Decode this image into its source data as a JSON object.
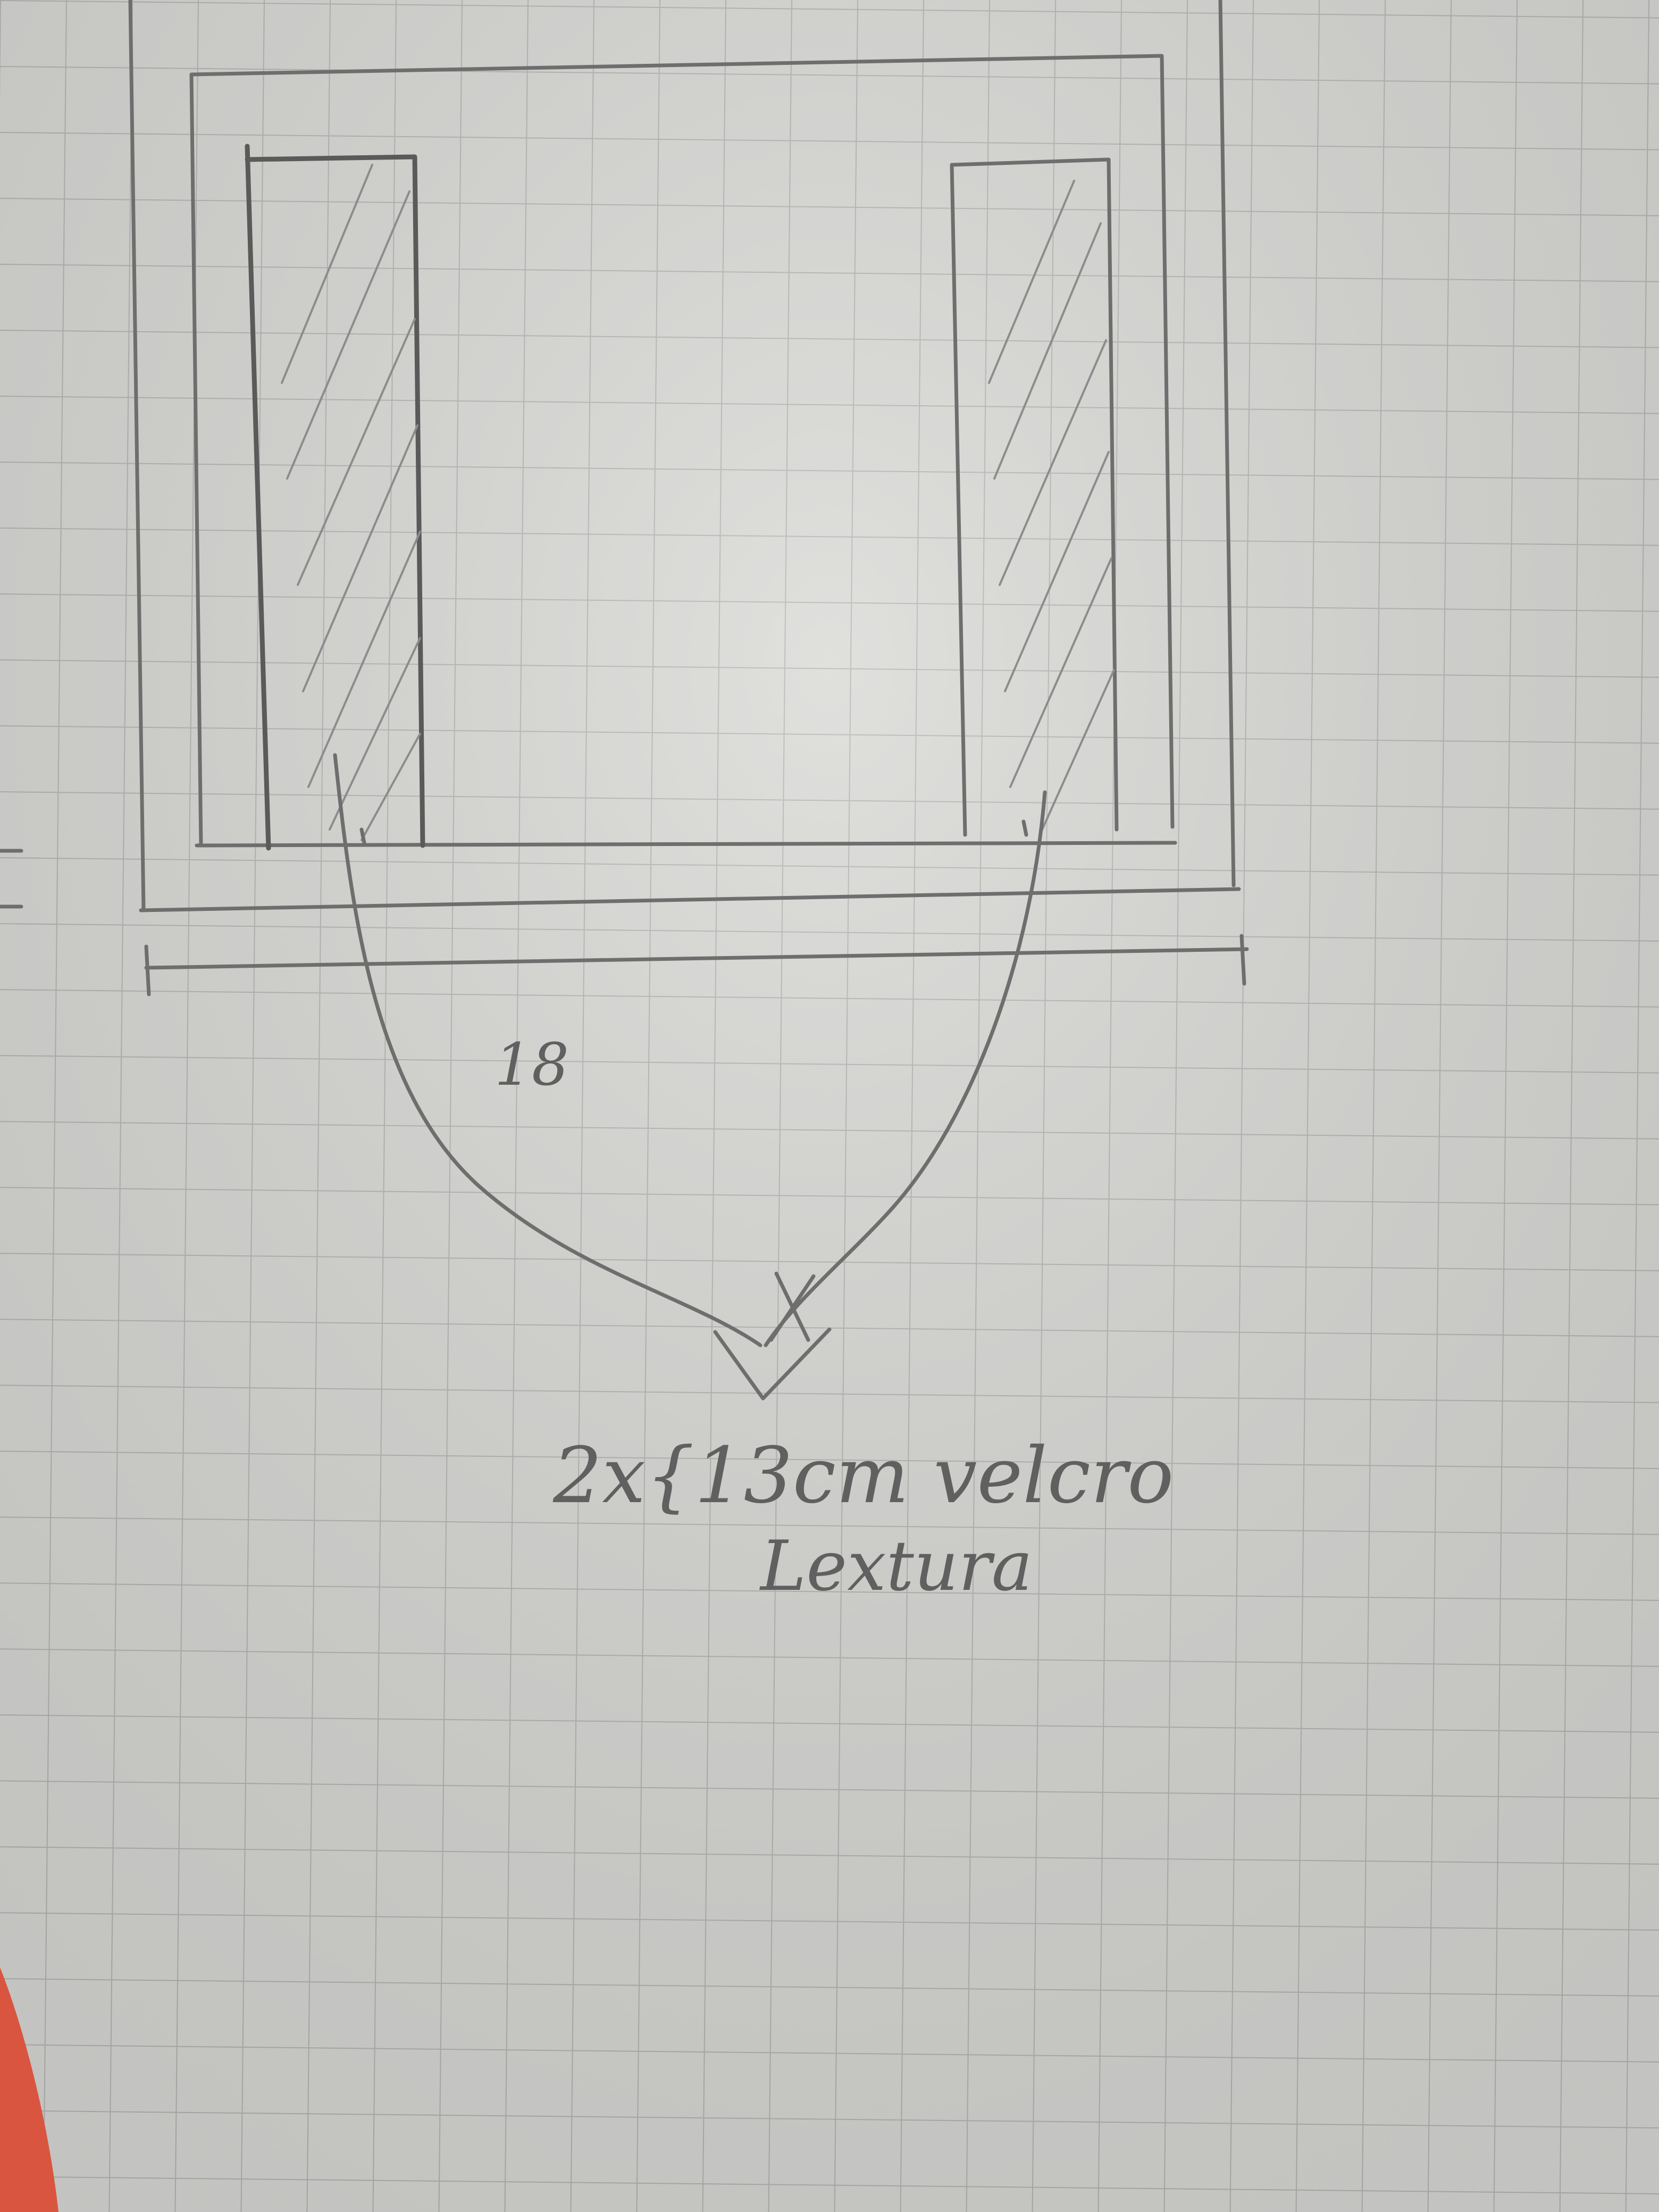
{
  "sketch": {
    "dimension_label": "18",
    "annotation_line1": "2x{13cm velcro",
    "annotation_line2": "Lextura",
    "colors": {
      "paper": "#d9d9d6",
      "grid": "#b4b6b4",
      "pencil": "#6e6e6e",
      "finger": "#d9553f"
    }
  }
}
